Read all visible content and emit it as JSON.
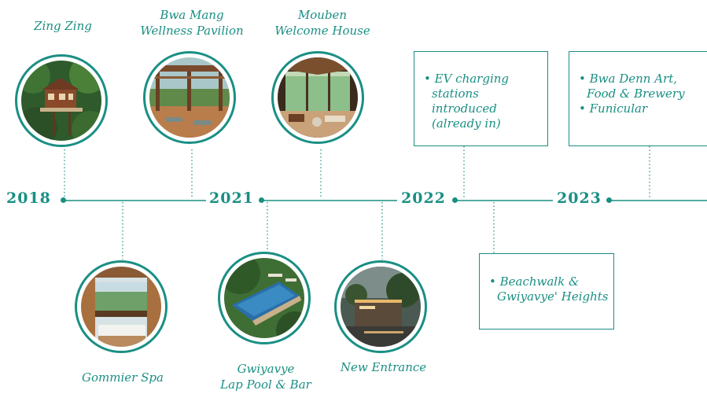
{
  "colors": {
    "accent": "#1a8f84",
    "background": "#ffffff"
  },
  "years": [
    "2018",
    "2021",
    "2022",
    "2023"
  ],
  "top_items": [
    {
      "title": "Zing Zing",
      "image": "treehouse-photo"
    },
    {
      "title_line1": "Bwa Mang",
      "title_line2": "Wellness Pavilion",
      "image": "pavilion-photo"
    },
    {
      "title_line1": "Mouben",
      "title_line2": "Welcome House",
      "image": "welcome-house-photo"
    }
  ],
  "bottom_items": [
    {
      "title": "Gommier Spa",
      "image": "spa-photo"
    },
    {
      "title_line1": "Gwiyavye",
      "title_line2": "Lap Pool & Bar",
      "image": "pool-photo"
    },
    {
      "title": "New Entrance",
      "image": "entrance-photo"
    }
  ],
  "boxes": {
    "ev": [
      "EV charging stations introduced (already in)"
    ],
    "future": [
      "Bwa Denn Art, Food & Brewery",
      "Funicular"
    ],
    "beachwalk": [
      "Beachwalk & Gwiyavye' Heights"
    ]
  }
}
